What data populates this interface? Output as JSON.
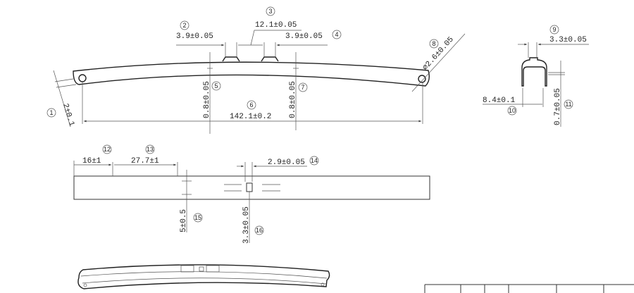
{
  "front_view": {
    "callouts": [
      "1",
      "2",
      "3",
      "4",
      "5",
      "6",
      "7",
      "8"
    ],
    "dims": {
      "d1": "2±0.1",
      "d2": "3.9±0.05",
      "d3": "12.1±0.05",
      "d4": "3.9±0.05",
      "d5": "0.8±0.05",
      "d6": "142.1±0.2",
      "d7": "0.8±0.05",
      "d8": "⌀2.6±0.05"
    }
  },
  "side_view": {
    "callouts": [
      "9",
      "10",
      "11"
    ],
    "dims": {
      "d9": "3.3±0.05",
      "d10": "8.4±0.1",
      "d11": "0.7±0.05"
    }
  },
  "top_view": {
    "callouts": [
      "12",
      "13",
      "14",
      "15",
      "16"
    ],
    "dims": {
      "d12": "16±1",
      "d13": "27.7±1",
      "d14": "2.9±0.05",
      "d15": "5±0.5",
      "d16": "3.3±0.05"
    }
  }
}
